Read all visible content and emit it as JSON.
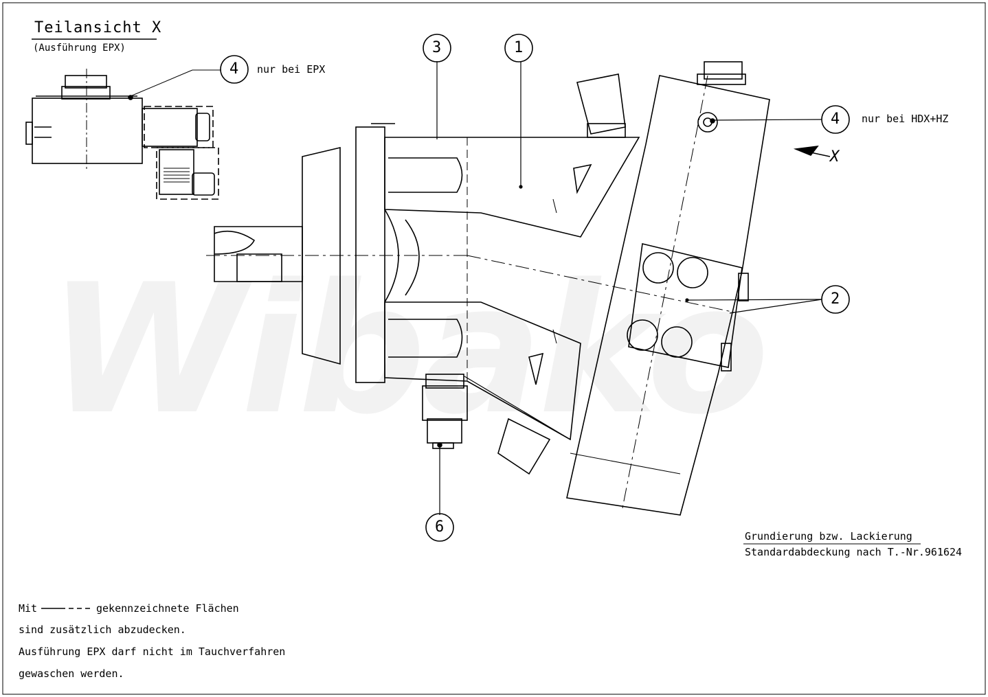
{
  "drawing": {
    "title": "Teilansicht X",
    "subtitle": "(Ausführung EPX)",
    "view_arrow_label": "X",
    "watermark": "Wibako"
  },
  "callouts": [
    {
      "number": "1",
      "note": ""
    },
    {
      "number": "2",
      "note": ""
    },
    {
      "number": "3",
      "note": ""
    },
    {
      "number": "4",
      "note": "nur bei EPX"
    },
    {
      "number": "4",
      "note": "nur bei HDX+HZ"
    },
    {
      "number": "6",
      "note": ""
    }
  ],
  "primer_note": {
    "line1": "Grundierung bzw. Lackierung",
    "line2": "Standardabdeckung nach T.-Nr.961624"
  },
  "bottom_note": {
    "line1_start": "Mit",
    "line1_end": "gekennzeichnete Flächen",
    "line2": "sind zusätzlich abzudecken.",
    "line3": "Ausführung EPX darf nicht im Tauchverfahren",
    "line4": "gewaschen werden."
  },
  "colors": {
    "line": "#000000",
    "watermark": "#f0f0f0",
    "background": "#ffffff"
  }
}
